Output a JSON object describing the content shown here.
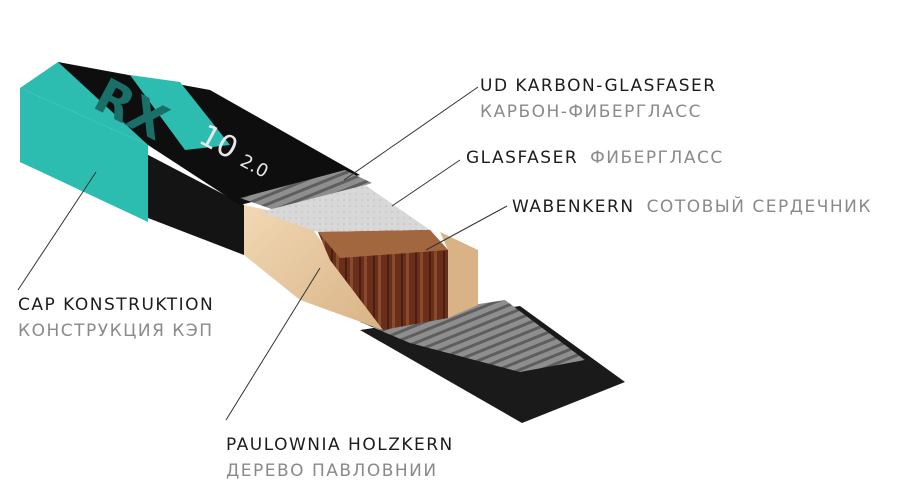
{
  "logo": {
    "text": "RX",
    "model": "10",
    "sub": "2.0"
  },
  "labels": {
    "ud_karbon": {
      "de": "UD KARBON-GLASFASER",
      "ru": "КАРБОН-ФИБЕРГЛАСС"
    },
    "glasfaser": {
      "de": "GLASFASER",
      "ru": "ФИБЕРГЛАСС"
    },
    "wabenkern": {
      "de": "WABENKERN",
      "ru": "СОТОВЫЙ СЕРДЕЧНИК"
    },
    "cap": {
      "de": "CAP KONSTRUKTION",
      "ru": "КОНСТРУКЦИЯ КЭП"
    },
    "paulownia": {
      "de": "PAULOWNIA HOLZKERN",
      "ru": "ДЕРЕВО ПАВЛОВНИИ"
    }
  },
  "colors": {
    "teal": "#2dbdb0",
    "black": "#111111",
    "wood": "#e8c9a0",
    "honeycomb": "#6b3320",
    "fiberglass": "#cfcfcf",
    "carbon": "#7a7a7a"
  }
}
